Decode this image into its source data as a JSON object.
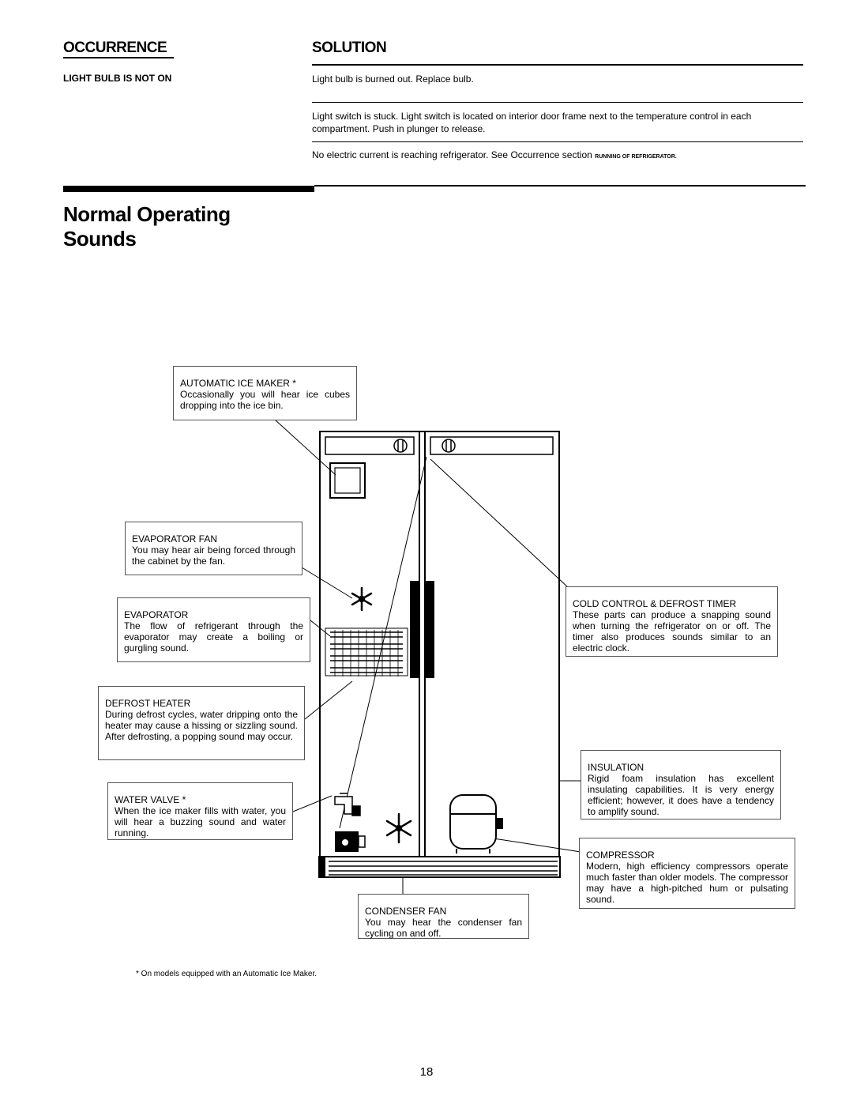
{
  "header": {
    "occurrence": "OCCURRENCE",
    "solution": "SOLUTION"
  },
  "troubleshoot": {
    "occurrence": "LIGHT BULB IS NOT ON",
    "solutions": [
      "Light bulb is burned out. Replace bulb.",
      "Light switch is stuck. Light switch is located on interior door frame next to the temperature control in each compartment. Push in plunger to release.",
      "No electric current is reaching refrigerator. See Occurrence section"
    ],
    "solution3_ref": "RUNNING OF REFRIGERATOR."
  },
  "section": {
    "title_line1": "Normal Operating",
    "title_line2": "Sounds"
  },
  "callouts": {
    "ice_maker": {
      "title": "AUTOMATIC ICE MAKER *",
      "body": "Occasionally you will hear ice cubes dropping into the ice bin."
    },
    "evap_fan": {
      "title": "EVAPORATOR FAN",
      "body": "You may hear air being forced through the cabinet by the fan."
    },
    "evaporator": {
      "title": "EVAPORATOR",
      "body": "The flow of refrigerant through the evaporator may create a boiling or gurgling sound."
    },
    "defrost_heater": {
      "title": "DEFROST HEATER",
      "body": "During defrost cycles, water dripping onto the heater may cause a hissing or sizzling sound. After defrosting, a popping sound may occur."
    },
    "water_valve": {
      "title": "WATER VALVE *",
      "body": "When the ice maker fills with water, you will hear a buzzing sound and water running."
    },
    "cold_control": {
      "title": "COLD CONTROL & DEFROST TIMER",
      "body": "These parts can produce a snapping sound when turning the refrigerator on or off. The timer also produces sounds similar to an electric clock."
    },
    "insulation": {
      "title": "INSULATION",
      "body": "Rigid foam insulation has excellent insulating capabilities. It is very energy efficient; however, it does have a tendency to amplify sound."
    },
    "compressor": {
      "title": "COMPRESSOR",
      "body": "Modern, high efficiency compressors operate much faster than older models. The compressor may have a high-pitched hum or pulsating sound."
    },
    "condenser_fan": {
      "title": "CONDENSER FAN",
      "body": "You may hear the condenser fan cycling on and off."
    }
  },
  "footnote": "* On models equipped with an Automatic Ice Maker.",
  "page_number": "18"
}
